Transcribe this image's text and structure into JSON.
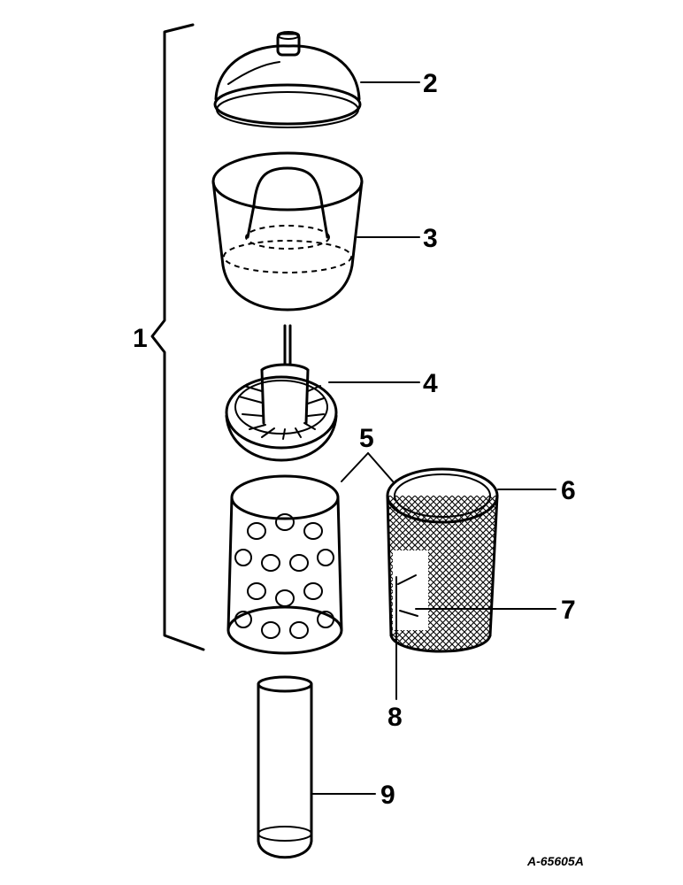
{
  "callouts": {
    "c1": "1",
    "c2": "2",
    "c3": "3",
    "c4": "4",
    "c5": "5",
    "c6": "6",
    "c7": "7",
    "c8": "8",
    "c9": "9"
  },
  "reference_code": "A-65605A",
  "colors": {
    "ink": "#000000",
    "background": "#ffffff"
  }
}
